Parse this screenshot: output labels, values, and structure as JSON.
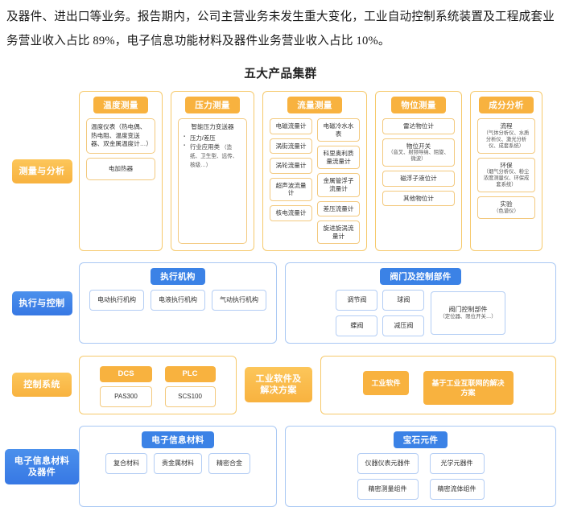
{
  "document": {
    "paragraph": "及器件、进出口等业务。报告期内，公司主营业务未发生重大变化，工业自动控制系统装置及工程成套业务营业收入占比 89%，电子信息功能材料及器件业务营业收入占比 10%。",
    "figure_title": "五大产品集群"
  },
  "colors": {
    "orange": "#f8b23f",
    "blue": "#3b82e6",
    "orange_border": "#f6c96b",
    "blue_border": "#a9c8f4"
  },
  "rows": [
    {
      "label": "测量与分析",
      "theme": "orange",
      "groups": [
        {
          "head": "温度测量",
          "theme": "orange",
          "cards": [
            {
              "title": "温度仪表（热电偶、热电阻、温度变送器、双金属温度计…）"
            },
            {
              "title": "电加热器"
            }
          ]
        },
        {
          "head": "压力测量",
          "theme": "orange",
          "card_title": "智能压力变送器",
          "bullets": [
            {
              "text": "压力/差压",
              "sub": ""
            },
            {
              "text": "行业应用类",
              "sub": "（造纸、卫生型、远传、核级…）"
            }
          ]
        },
        {
          "head": "流量测量",
          "theme": "orange",
          "col_a": [
            "电磁流量计",
            "涡街流量计",
            "涡轮流量计",
            "超声波流量计",
            "核电流量计"
          ],
          "col_b": [
            "电磁冷水水表",
            "科里奥利质量流量计",
            "金属管浮子流量计",
            "差压流量计",
            "旋进旋涡流量计"
          ]
        },
        {
          "head": "物位测量",
          "theme": "orange",
          "items": [
            {
              "title": "雷达物位计",
              "sub": ""
            },
            {
              "title": "物位开关",
              "sub": "（音叉、射频导纳、阻旋、微波）"
            },
            {
              "title": "磁浮子液位计",
              "sub": ""
            },
            {
              "title": "其他物位计",
              "sub": ""
            }
          ]
        },
        {
          "head": "成分分析",
          "theme": "orange",
          "items": [
            {
              "title": "流程",
              "sub": "（气体分析仪、水质分析仪、激光分析仪、成套系统）"
            },
            {
              "title": "环保",
              "sub": "（烟气分析仪、粉尘浓度测量仪、环保成套系统）"
            },
            {
              "title": "实验",
              "sub": "（色谱仪）"
            }
          ]
        }
      ]
    },
    {
      "label": "执行与控制",
      "theme": "blue",
      "exec": {
        "head": "执行机构",
        "items": [
          "电动执行机构",
          "电液执行机构",
          "气动执行机构"
        ]
      },
      "valve": {
        "head": "阀门及控制部件",
        "grid": [
          "调节阀",
          "球阀",
          "蝶阀",
          "减压阀"
        ],
        "wide": {
          "title": "阀门控制部件",
          "sub": "（定位器、限位开关…）"
        }
      }
    },
    {
      "label": "控制系统",
      "theme": "orange",
      "control": {
        "columns": [
          {
            "head": "DCS",
            "item": "PAS300"
          },
          {
            "head": "PLC",
            "item": "SCS100"
          }
        ]
      },
      "software_label": "工业软件及解决方案",
      "software": {
        "items": [
          "工业软件",
          "基于工业互联网的解决方案"
        ]
      }
    },
    {
      "label": "电子信息材料及器件",
      "theme": "blue",
      "materials": {
        "head": "电子信息材料",
        "items": [
          "复合材料",
          "贵金属材料",
          "精密合金"
        ]
      },
      "gems": {
        "head": "宝石元件",
        "items": [
          "仪器仪表元器件",
          "光学元器件",
          "精密测量组件",
          "精密流体组件"
        ]
      }
    }
  ]
}
